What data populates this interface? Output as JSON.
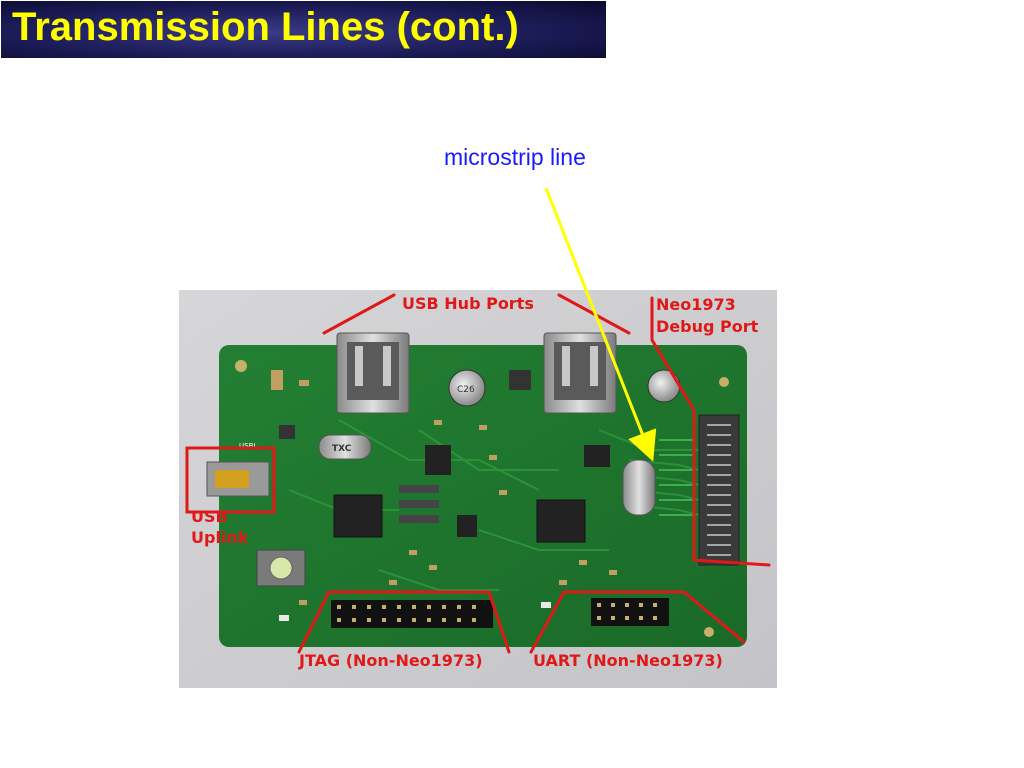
{
  "slide": {
    "title": "Transmission Lines (cont.)",
    "caption": "microstrip line"
  },
  "photo": {
    "labels": {
      "usb_hub_ports": "USB Hub Ports",
      "debug_line1": "Neo1973",
      "debug_line2": "Debug Port",
      "usb_line1": "USB",
      "usb_line2": "Uplink",
      "jtag": "JTAG (Non-Neo1973)",
      "uart": "UART (Non-Neo1973)"
    },
    "silkscreen": {
      "crystal": "TXC",
      "cap": "C26",
      "usbi": "USBI"
    }
  },
  "colors": {
    "title_bg": "#1c1c58",
    "title_text": "#ffff00",
    "caption": "#1a1aff",
    "arrow": "#ffff00",
    "annotation": "#e01818",
    "board": "#1f7a2e"
  }
}
